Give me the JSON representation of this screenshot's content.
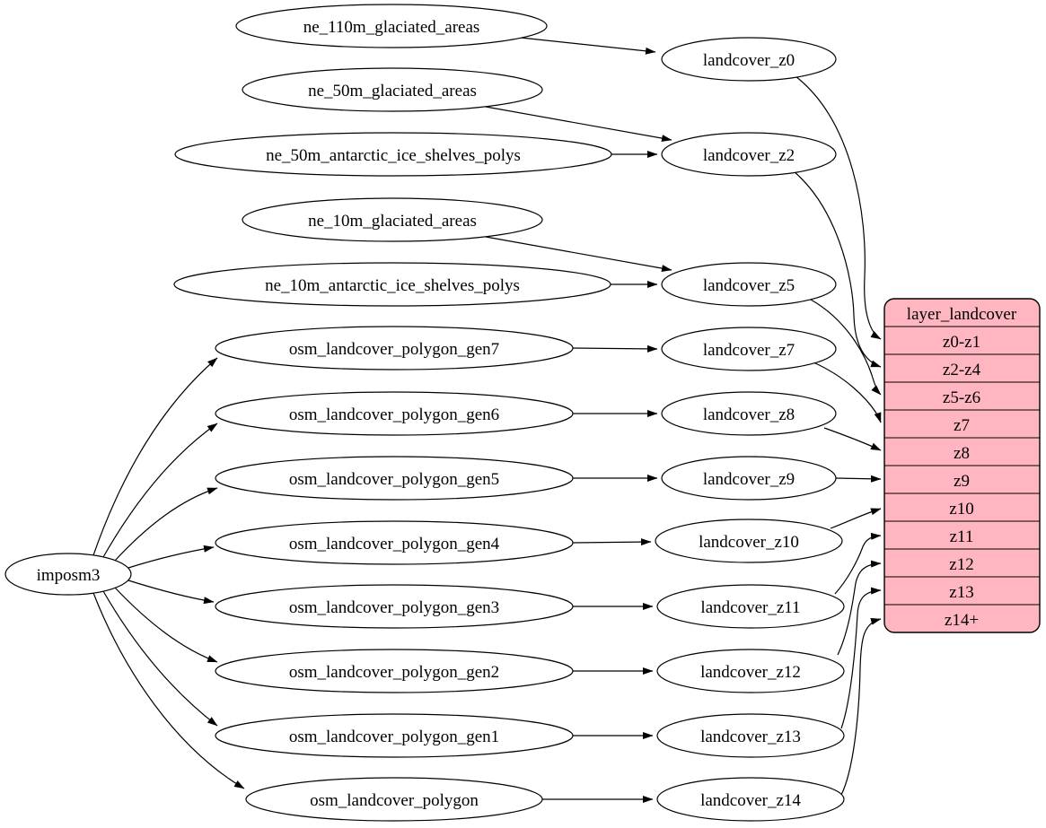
{
  "diagram": {
    "type": "graphviz-dependency-graph",
    "colors": {
      "background": "#ffffff",
      "node_fill": "#ffffff",
      "node_stroke": "#000000",
      "edge_color": "#000000",
      "table_fill": "#ffb6c1"
    },
    "nodes": {
      "imposm3": "imposm3",
      "ne_110m_glaciated_areas": "ne_110m_glaciated_areas",
      "ne_50m_glaciated_areas": "ne_50m_glaciated_areas",
      "ne_50m_antarctic_ice_shelves_polys": "ne_50m_antarctic_ice_shelves_polys",
      "ne_10m_glaciated_areas": "ne_10m_glaciated_areas",
      "ne_10m_antarctic_ice_shelves_polys": "ne_10m_antarctic_ice_shelves_polys",
      "osm_landcover_polygon_gen7": "osm_landcover_polygon_gen7",
      "osm_landcover_polygon_gen6": "osm_landcover_polygon_gen6",
      "osm_landcover_polygon_gen5": "osm_landcover_polygon_gen5",
      "osm_landcover_polygon_gen4": "osm_landcover_polygon_gen4",
      "osm_landcover_polygon_gen3": "osm_landcover_polygon_gen3",
      "osm_landcover_polygon_gen2": "osm_landcover_polygon_gen2",
      "osm_landcover_polygon_gen1": "osm_landcover_polygon_gen1",
      "osm_landcover_polygon": "osm_landcover_polygon",
      "landcover_z0": "landcover_z0",
      "landcover_z2": "landcover_z2",
      "landcover_z5": "landcover_z5",
      "landcover_z7": "landcover_z7",
      "landcover_z8": "landcover_z8",
      "landcover_z9": "landcover_z9",
      "landcover_z10": "landcover_z10",
      "landcover_z11": "landcover_z11",
      "landcover_z12": "landcover_z12",
      "landcover_z13": "landcover_z13",
      "landcover_z14": "landcover_z14"
    },
    "table": {
      "title": "layer_landcover",
      "rows": [
        "z0-z1",
        "z2-z4",
        "z5-z6",
        "z7",
        "z8",
        "z9",
        "z10",
        "z11",
        "z12",
        "z13",
        "z14+"
      ]
    },
    "edges": [
      [
        "imposm3",
        "osm_landcover_polygon_gen7"
      ],
      [
        "imposm3",
        "osm_landcover_polygon_gen6"
      ],
      [
        "imposm3",
        "osm_landcover_polygon_gen5"
      ],
      [
        "imposm3",
        "osm_landcover_polygon_gen4"
      ],
      [
        "imposm3",
        "osm_landcover_polygon_gen3"
      ],
      [
        "imposm3",
        "osm_landcover_polygon_gen2"
      ],
      [
        "imposm3",
        "osm_landcover_polygon_gen1"
      ],
      [
        "imposm3",
        "osm_landcover_polygon"
      ],
      [
        "ne_110m_glaciated_areas",
        "landcover_z0"
      ],
      [
        "ne_50m_glaciated_areas",
        "landcover_z2"
      ],
      [
        "ne_50m_antarctic_ice_shelves_polys",
        "landcover_z2"
      ],
      [
        "ne_10m_glaciated_areas",
        "landcover_z5"
      ],
      [
        "ne_10m_antarctic_ice_shelves_polys",
        "landcover_z5"
      ],
      [
        "osm_landcover_polygon_gen7",
        "landcover_z7"
      ],
      [
        "osm_landcover_polygon_gen6",
        "landcover_z8"
      ],
      [
        "osm_landcover_polygon_gen5",
        "landcover_z9"
      ],
      [
        "osm_landcover_polygon_gen4",
        "landcover_z10"
      ],
      [
        "osm_landcover_polygon_gen3",
        "landcover_z11"
      ],
      [
        "osm_landcover_polygon_gen2",
        "landcover_z12"
      ],
      [
        "osm_landcover_polygon_gen1",
        "landcover_z13"
      ],
      [
        "osm_landcover_polygon",
        "landcover_z14"
      ],
      [
        "landcover_z0",
        "layer_landcover:z0-z1"
      ],
      [
        "landcover_z2",
        "layer_landcover:z2-z4"
      ],
      [
        "landcover_z5",
        "layer_landcover:z5-z6"
      ],
      [
        "landcover_z7",
        "layer_landcover:z7"
      ],
      [
        "landcover_z8",
        "layer_landcover:z8"
      ],
      [
        "landcover_z9",
        "layer_landcover:z9"
      ],
      [
        "landcover_z10",
        "layer_landcover:z10"
      ],
      [
        "landcover_z11",
        "layer_landcover:z11"
      ],
      [
        "landcover_z12",
        "layer_landcover:z12"
      ],
      [
        "landcover_z13",
        "layer_landcover:z13"
      ],
      [
        "landcover_z14",
        "layer_landcover:z14+"
      ]
    ]
  }
}
